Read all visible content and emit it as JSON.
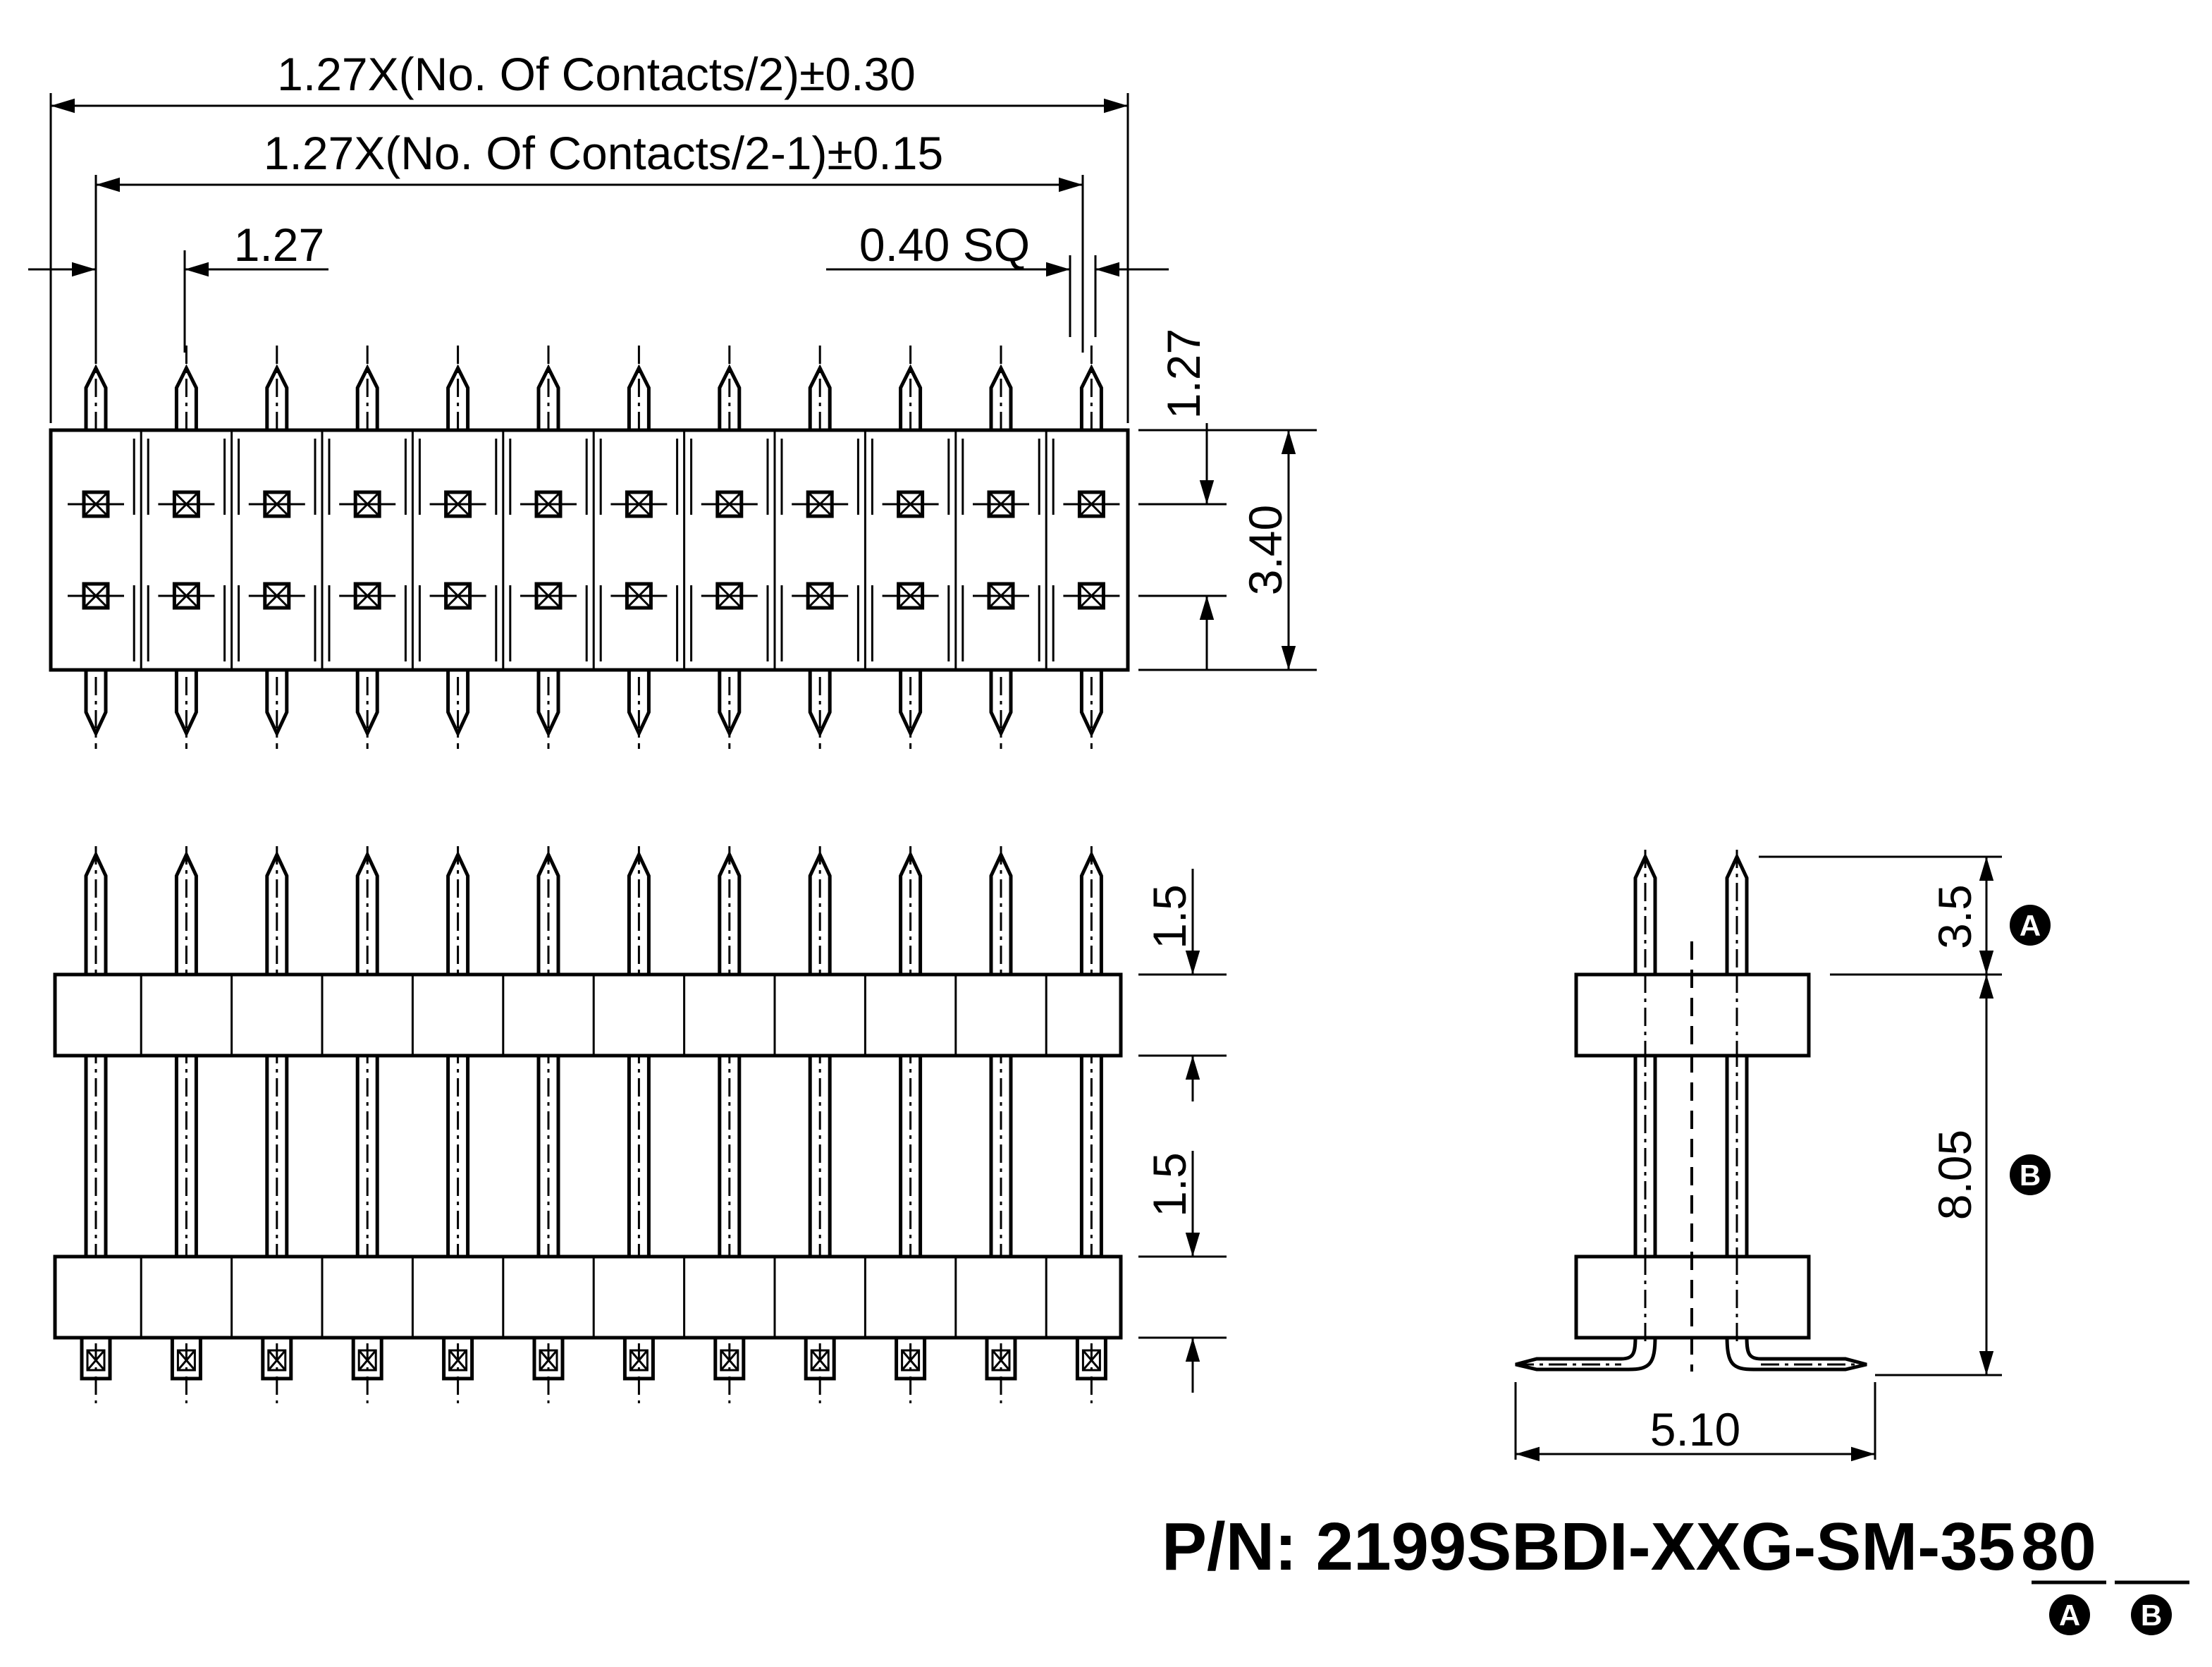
{
  "top_view": {
    "overall_length": "1.27X(No. Of Contacts/2)±0.30",
    "pitch_span": "1.27X(No. Of Contacts/2-1)±0.15",
    "pitch": "1.27",
    "pin_size": "0.40 SQ",
    "row_offset": "1.27",
    "body_width": "3.40"
  },
  "front_view": {
    "upper_dim": "1.5",
    "lower_dim": "1.5"
  },
  "side_view": {
    "mating_length": "3.5",
    "mating_marker": "A",
    "height": "8.05",
    "height_marker": "B",
    "footprint_width": "5.10"
  },
  "part_number": {
    "prefix": "P/N: 2199SBDI-XXG-SM-",
    "code_a": "35",
    "code_b": "80",
    "marker_a": "A",
    "marker_b": "B"
  }
}
